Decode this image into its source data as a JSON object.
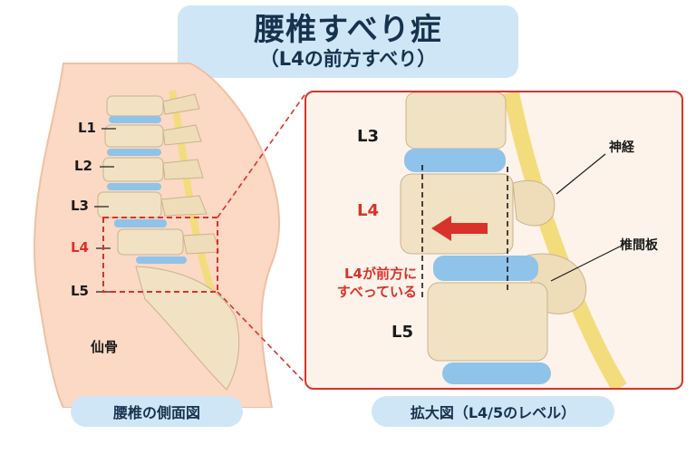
{
  "title": {
    "main": "腰椎すべり症",
    "sub": "（L4の前方すべり）"
  },
  "left_panel": {
    "labels": [
      "L1",
      "L2",
      "L3",
      "L4",
      "L5"
    ],
    "sacrum_label": "仙骨",
    "caption": "腰椎の側面図"
  },
  "right_panel": {
    "labels": {
      "l3": "L3",
      "l4": "L4",
      "l5": "L5"
    },
    "slip_note": [
      "L4が前方に",
      "すべっている"
    ],
    "nerve_label": "神経",
    "disc_label": "椎間板",
    "caption": "拡大図（L4/5のレベル）"
  },
  "colors": {
    "accent_red": "#d9322b",
    "pill_bg": "#cfe6f7",
    "title_text": "#17324d",
    "disc_blue": "#8fc3ea",
    "bone": "#f1e2c4",
    "nerve": "#f3dc7c",
    "skin": "#fbd9c4"
  },
  "icons": [
    "arrow-left-icon"
  ]
}
